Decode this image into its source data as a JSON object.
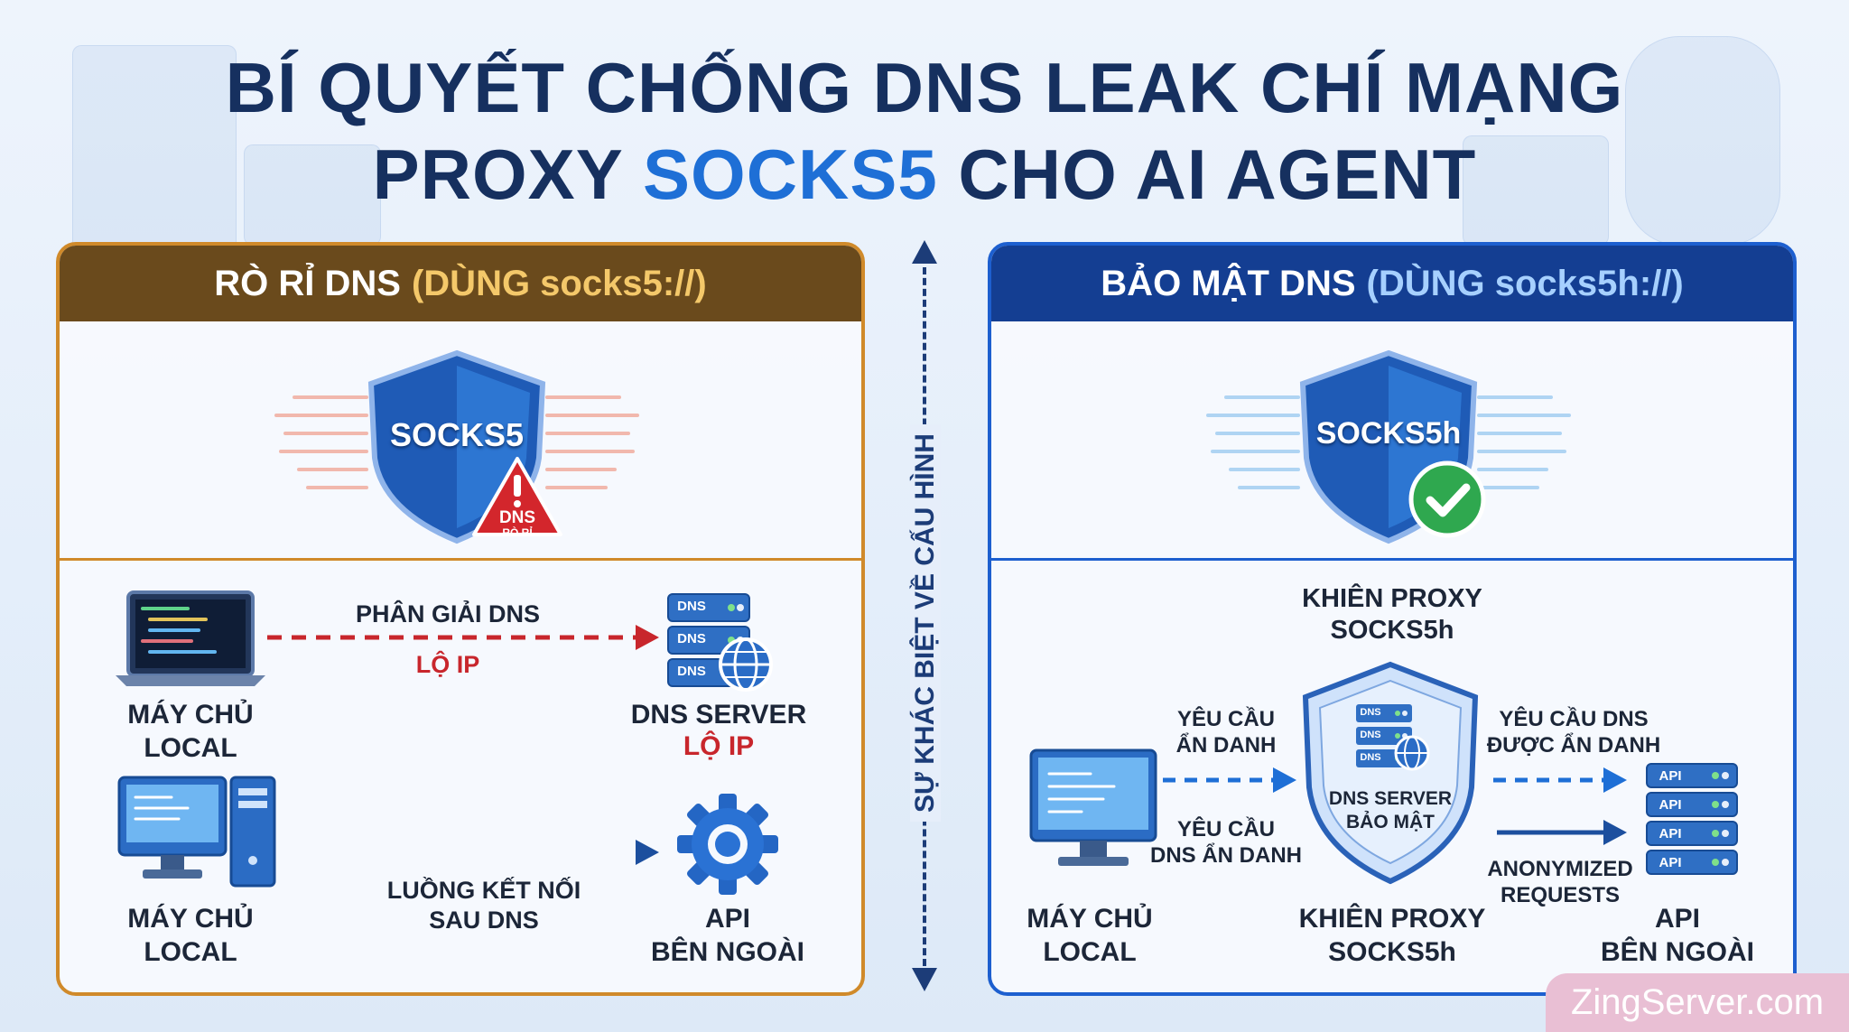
{
  "title": {
    "line1": "BÍ QUYẾT CHỐNG DNS LEAK CHÍ MẠNG",
    "line2_prefix": "PROXY ",
    "line2_highlight": "SOCKS5",
    "line2_suffix": " CHO AI AGENT"
  },
  "middle_label": "SỰ KHÁC BIỆT VỀ CẤU HÌNH",
  "left_panel": {
    "header": "RÒ RỈ DNS",
    "header_accent": "(DÙNG socks5://)",
    "shield_label": "SOCKS5",
    "badge_line1": "DNS",
    "badge_line2": "RÒ RỈ",
    "host1": [
      "MÁY CHỦ",
      "LOCAL"
    ],
    "arrow1_label": "PHÂN GIẢI DNS",
    "arrow1_warning": "LỘ IP",
    "dns_server": "DNS SERVER",
    "dns_server_warning": "LỘ IP",
    "dns_chip": "DNS",
    "host2": [
      "MÁY CHỦ",
      "LOCAL"
    ],
    "arrow2_label": [
      "LUỒNG KẾT NỐI",
      "SAU DNS"
    ],
    "api": [
      "API",
      "BÊN NGOÀI"
    ]
  },
  "right_panel": {
    "header": "BẢO MẬT DNS",
    "header_accent": "(DÙNG socks5h://)",
    "shield_label": "SOCKS5h",
    "shield_title": [
      "KHIÊN PROXY",
      "SOCKS5h"
    ],
    "req_top": [
      "YÊU CẦU",
      "ẨN DANH"
    ],
    "req_bottom": [
      "YÊU CẦU",
      "DNS ẨN DANH"
    ],
    "inner_shield_label": [
      "DNS SERVER",
      "BẢO MẬT"
    ],
    "dns_chip": "DNS",
    "out_top": [
      "YÊU CẦU DNS",
      "ĐƯỢC ẨN DANH"
    ],
    "out_bottom": [
      "ANONYMIZED",
      "REQUESTS"
    ],
    "api_chip": "API",
    "host": [
      "MÁY CHỦ",
      "LOCAL"
    ],
    "shield_bottom": [
      "KHIÊN PROXY",
      "SOCKS5h"
    ],
    "api": [
      "API",
      "BÊN NGOÀI"
    ]
  },
  "watermark": "ZingServer.com",
  "colors": {
    "title": "#16305f",
    "highlight": "#1e6fd6",
    "leak_border": "#d08a2a",
    "leak_header": "#6a4a1c",
    "secure_border": "#1d5fcf",
    "secure_header": "#143e92",
    "warning_red": "#c8262c",
    "success_green": "#2fa84f"
  }
}
